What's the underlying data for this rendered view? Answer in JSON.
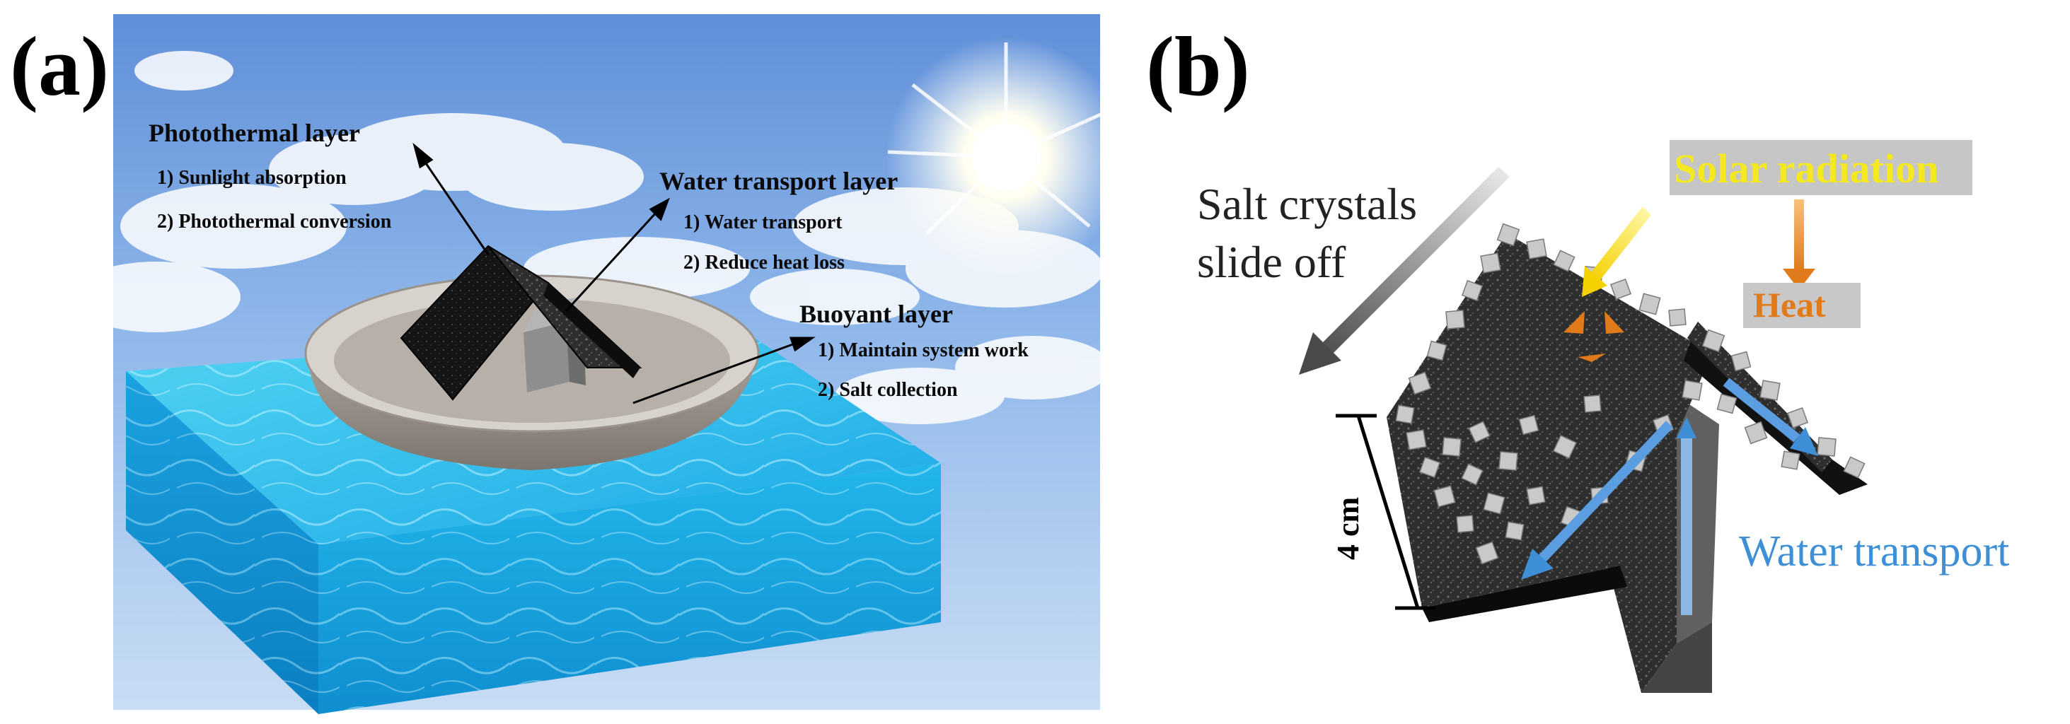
{
  "panel_a": {
    "label": "(a)",
    "photothermal": {
      "title": "Photothermal layer",
      "items": [
        "1) Sunlight absorption",
        "2) Photothermal conversion"
      ]
    },
    "water_transport": {
      "title": "Water transport layer",
      "items": [
        "1) Water transport",
        "2) Reduce heat loss"
      ]
    },
    "buoyant": {
      "title": "Buoyant layer",
      "items": [
        "1) Maintain system work",
        "2) Salt collection"
      ]
    }
  },
  "panel_b": {
    "label": "(b)",
    "salt_line1": "Salt crystals",
    "salt_line2": "slide off",
    "solar": "Solar radiation",
    "heat": "Heat",
    "height": "4 cm",
    "water": "Water transport"
  },
  "colors": {
    "solar_text": "#f4e81e",
    "heat_text": "#e07a1a",
    "water_text": "#3e8fd6",
    "solar_box": "#c8c8c8"
  }
}
